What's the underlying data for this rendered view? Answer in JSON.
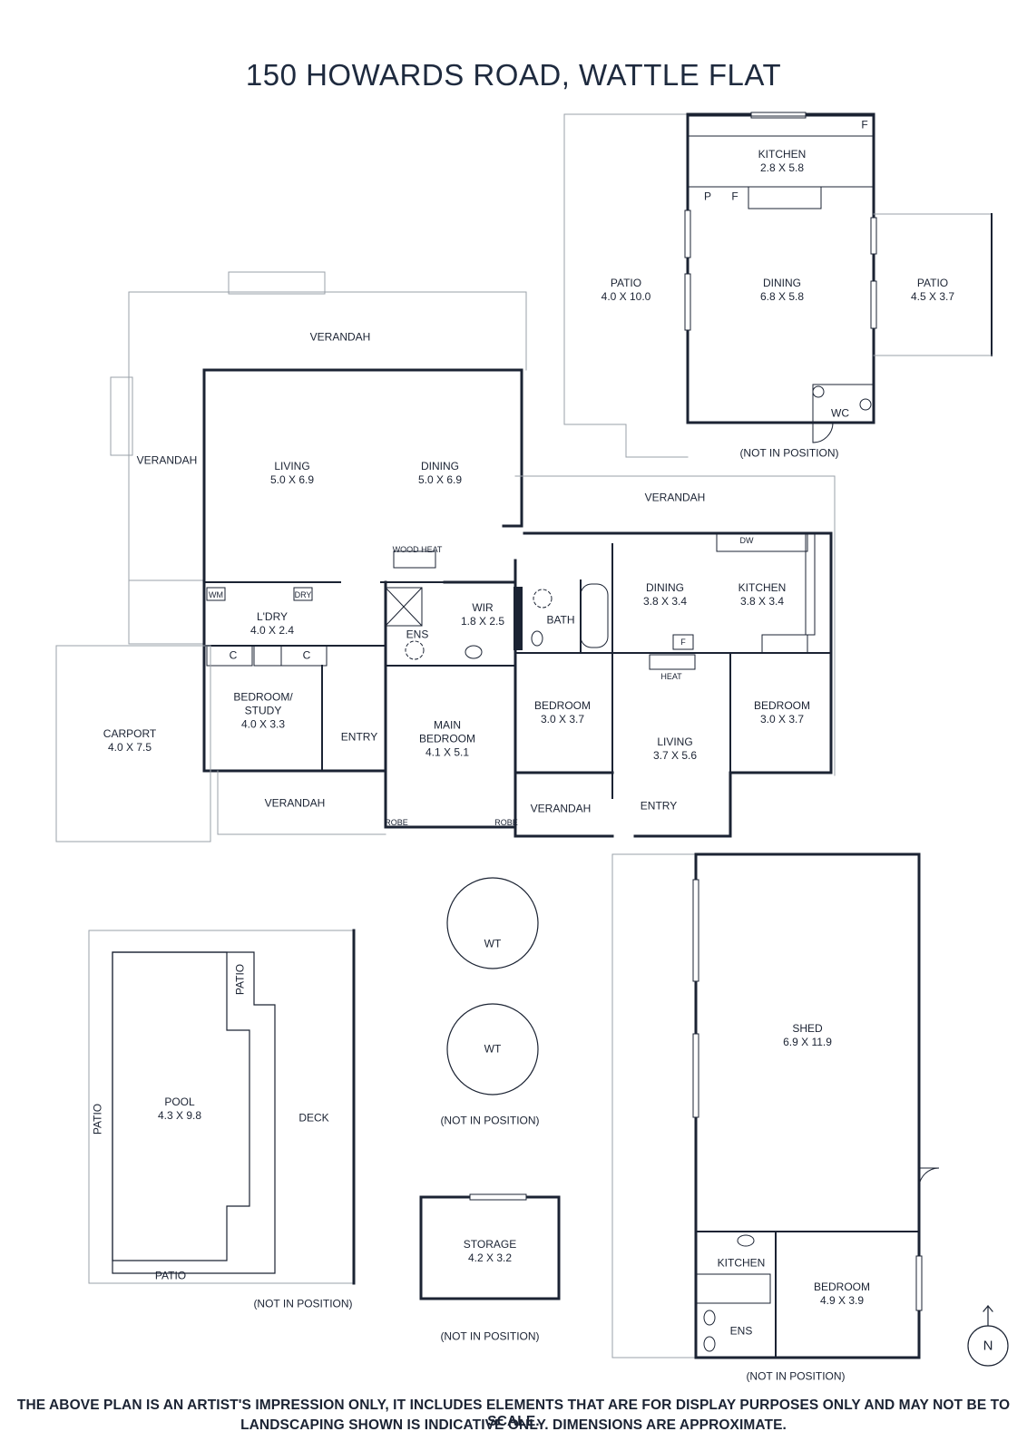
{
  "title": "150 HOWARDS ROAD, WATTLE FLAT",
  "disclaimer": {
    "line1": "THE ABOVE PLAN IS AN ARTIST'S IMPRESSION ONLY, IT INCLUDES ELEMENTS THAT ARE FOR DISPLAY PURPOSES ONLY AND MAY NOT BE TO SCALE.",
    "line2": "LANDSCAPING SHOWN IS INDICATIVE ONLY. DIMENSIONS ARE APPROXIMATE."
  },
  "compass": {
    "label": "N"
  },
  "colors": {
    "wall": "#1b2333",
    "thin": "#6b7280"
  },
  "rooms": {
    "patio_west_out": {
      "name": "PATIO",
      "dim": "4.0 X 10.0"
    },
    "kitchen_out": {
      "name": "KITCHEN",
      "dim": "2.8 X 5.8"
    },
    "dining_out": {
      "name": "DINING",
      "dim": "6.8 X 5.8"
    },
    "patio_east_out": {
      "name": "PATIO",
      "dim": "4.5 X 3.7"
    },
    "wc_out": {
      "name": "WC"
    },
    "outbuilding_note": {
      "name": "(NOT IN POSITION)"
    },
    "verandah_north": {
      "name": "VERANDAH"
    },
    "verandah_west": {
      "name": "VERANDAH"
    },
    "living_main": {
      "name": "LIVING",
      "dim": "5.0 X 6.9"
    },
    "dining_main": {
      "name": "DINING",
      "dim": "5.0 X 6.9"
    },
    "wood_heat": {
      "name": "WOOD HEAT"
    },
    "verandah_east": {
      "name": "VERANDAH"
    },
    "laundry": {
      "name": "L'DRY",
      "dim": "4.0 X 2.4"
    },
    "wm": {
      "name": "WM"
    },
    "dry": {
      "name": "DRY"
    },
    "cupboard_1": {
      "name": "C"
    },
    "cupboard_2": {
      "name": "C"
    },
    "ensuite": {
      "name": "ENS"
    },
    "wir": {
      "name": "WIR",
      "dim": "1.8 X 2.5"
    },
    "bath": {
      "name": "BATH"
    },
    "dining_2": {
      "name": "DINING",
      "dim": "3.8 X 3.4"
    },
    "kitchen_2": {
      "name": "KITCHEN",
      "dim": "3.8 X 3.4"
    },
    "dw": {
      "name": "DW"
    },
    "fridge_2": {
      "name": "F"
    },
    "heat": {
      "name": "HEAT"
    },
    "carport": {
      "name": "CARPORT",
      "dim": "4.0 X 7.5"
    },
    "bedroom_study": {
      "name": "BEDROOM/",
      "dim": "STUDY",
      "dim2": "4.0 X 3.3"
    },
    "entry_1": {
      "name": "ENTRY"
    },
    "main_bedroom": {
      "name": "MAIN",
      "dim": "BEDROOM",
      "dim2": "4.1 X 5.1"
    },
    "bedroom_2": {
      "name": "BEDROOM",
      "dim": "3.0 X 3.7"
    },
    "living_2": {
      "name": "LIVING",
      "dim": "3.7 X 5.6"
    },
    "bedroom_3": {
      "name": "BEDROOM",
      "dim": "3.0 X 3.7"
    },
    "verandah_south_1": {
      "name": "VERANDAH"
    },
    "verandah_south_2": {
      "name": "VERANDAH"
    },
    "entry_2": {
      "name": "ENTRY"
    },
    "robe_1": {
      "name": "ROBE"
    },
    "robe_2": {
      "name": "ROBE"
    },
    "kitchen_fridge_out": {
      "name": "F"
    },
    "kitchen_pantry_out": {
      "name": "P"
    },
    "kitchen_fridge_out2": {
      "name": "F"
    },
    "pool": {
      "name": "POOL",
      "dim": "4.3 X 9.8"
    },
    "patio_pool_top": {
      "name": "PATIO"
    },
    "patio_pool_left": {
      "name": "PATIO"
    },
    "patio_pool_bottom": {
      "name": "PATIO"
    },
    "deck": {
      "name": "DECK"
    },
    "pool_note": {
      "name": "(NOT IN POSITION)"
    },
    "wt_1": {
      "name": "WT"
    },
    "wt_2": {
      "name": "WT"
    },
    "wt_note": {
      "name": "(NOT IN POSITION)"
    },
    "storage": {
      "name": "STORAGE",
      "dim": "4.2 X 3.2"
    },
    "storage_note": {
      "name": "(NOT IN POSITION)"
    },
    "shed": {
      "name": "SHED",
      "dim": "6.9 X 11.9"
    },
    "shed_kitchen": {
      "name": "KITCHEN"
    },
    "shed_bedroom": {
      "name": "BEDROOM",
      "dim": "4.9 X 3.9"
    },
    "shed_ens": {
      "name": "ENS"
    },
    "shed_note": {
      "name": "(NOT IN POSITION)"
    }
  }
}
